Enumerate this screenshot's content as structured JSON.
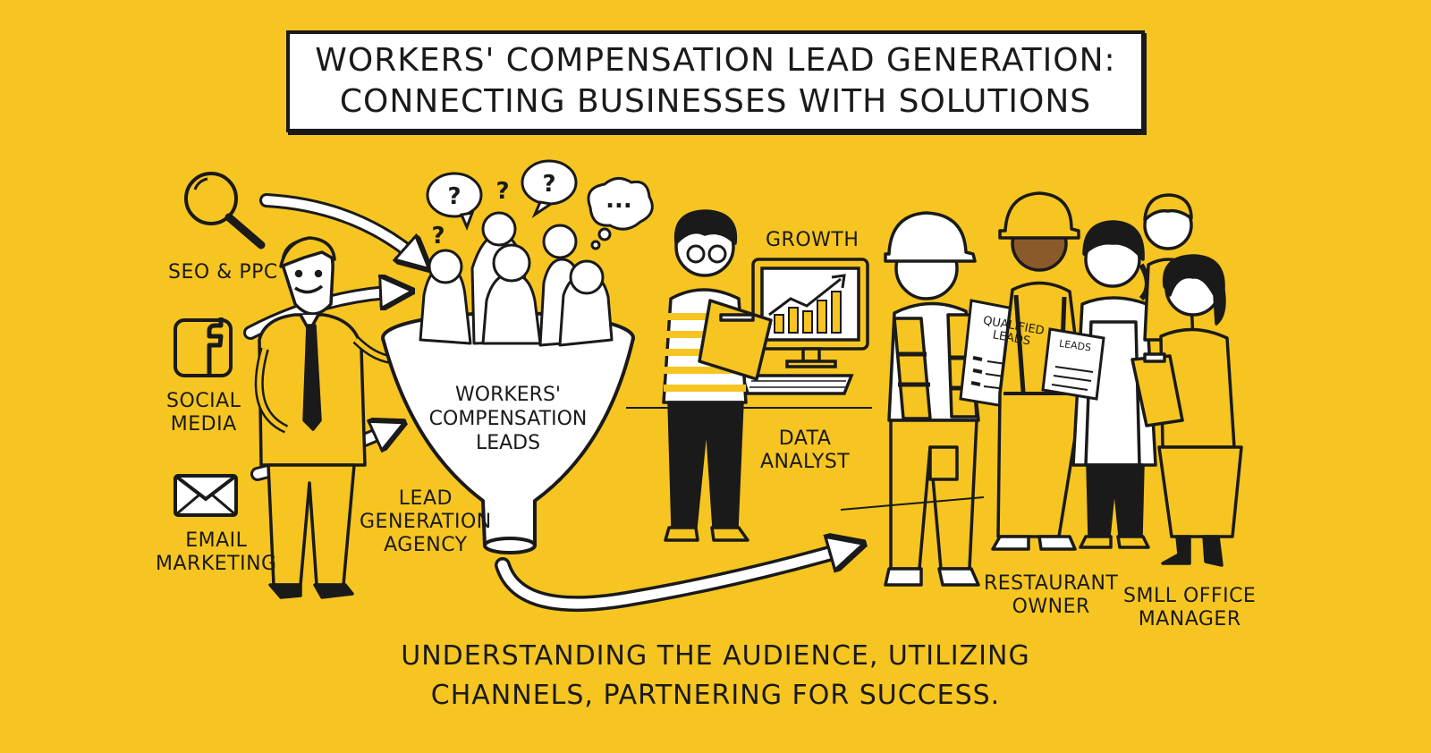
{
  "title": {
    "line1": "WORKERS' COMPENSATION LEAD GENERATION:",
    "line2": "CONNECTING BUSINESSES WITH SOLUTIONS"
  },
  "channels": [
    {
      "icon": "magnifier-icon",
      "label_lines": [
        "SEO & PPC"
      ]
    },
    {
      "icon": "facebook-icon",
      "label_lines": [
        "SOCIAL",
        "MEDIA"
      ]
    },
    {
      "icon": "envelope-icon",
      "label_lines": [
        "EMAIL",
        "MARKETING"
      ]
    }
  ],
  "agency_label": [
    "LEAD",
    "GENERATION",
    "AGENCY"
  ],
  "funnel_label": [
    "WORKERS'",
    "COMPENSATION",
    "LEADS"
  ],
  "bubbles": [
    "?",
    "?",
    "?",
    "?",
    "..."
  ],
  "monitor_label": "GROWTH",
  "analyst_label": [
    "DATA",
    "ANALYST"
  ],
  "papers": {
    "qualified": [
      "QUALIFIED",
      "LEADS"
    ],
    "leads": "LEADS"
  },
  "business_labels": {
    "restaurant": [
      "RESTAURANT",
      "OWNER"
    ],
    "office": [
      "SMLL OFFICE",
      "MANAGER"
    ]
  },
  "tagline": {
    "line1": "UNDERSTANDING THE AUDIENCE, UTILIZING",
    "line2": "CHANNELS, PARTNERING FOR SUCCESS."
  },
  "colors": {
    "background": "#f6c521",
    "ink": "#1a1a1a",
    "paper": "#ffffff",
    "accent": "#f6c521"
  }
}
